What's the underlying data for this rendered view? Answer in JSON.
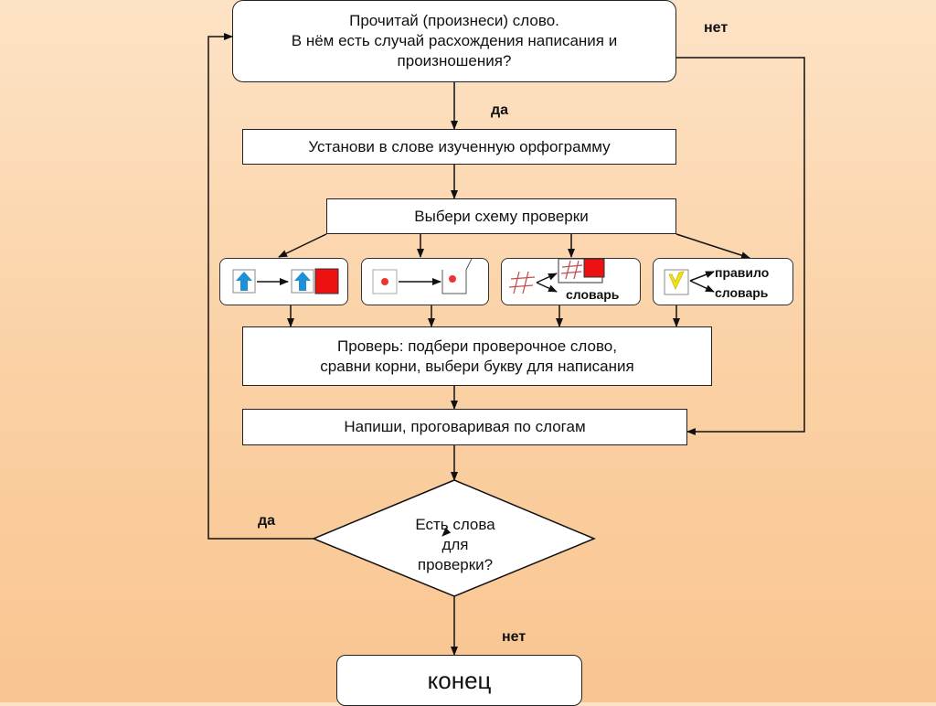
{
  "flow": {
    "start_box": {
      "line1": "Прочитай (произнеси) слово.",
      "line2": "В нём есть случай расхождения написания и",
      "line3": "произношения?"
    },
    "label_no_top": "нет",
    "label_yes_top": "да",
    "step_find": "Установи в слове изученную орфограмму",
    "step_choose": "Выбери  схему проверки",
    "schemes": {
      "dictionary_label": "словарь",
      "rule_label": "правило",
      "rule_dictionary_label": "словарь"
    },
    "step_check": {
      "line1": "Проверь: подбери проверочное слово,",
      "line2": "сравни корни, выбери букву для написания"
    },
    "step_write": "Напиши, проговаривая по слогам",
    "decision": {
      "line1": "Есть слова",
      "line2": "для",
      "line3": "проверки?"
    },
    "label_yes_decision": "да",
    "label_no_decision": "нет",
    "end": "конец"
  },
  "colors": {
    "accent_red": "#ee1111",
    "arrow_blue": "#1e90d6",
    "check_yellow": "#f2e21a",
    "hash_red": "#c05050"
  }
}
